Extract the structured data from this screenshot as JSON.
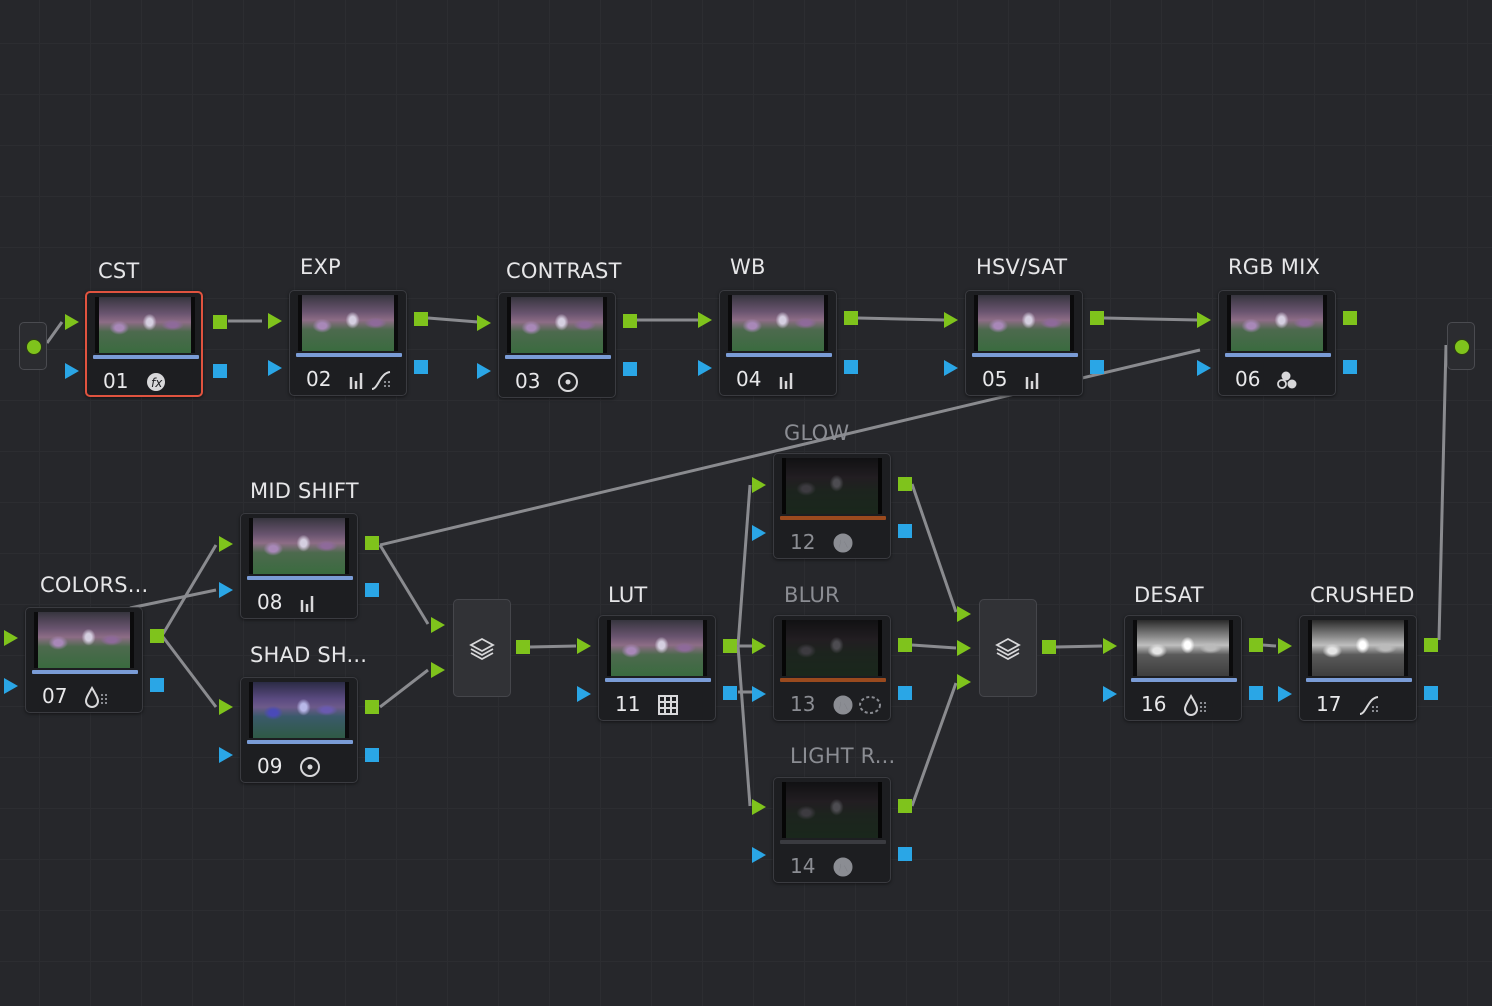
{
  "nodes": [
    {
      "id": "01",
      "label": "CST",
      "icons": [
        "fx-icon"
      ],
      "selected": true
    },
    {
      "id": "02",
      "label": "EXP",
      "icons": [
        "histogram-icon",
        "curves-icon"
      ]
    },
    {
      "id": "03",
      "label": "CONTRAST",
      "icons": [
        "target-icon"
      ]
    },
    {
      "id": "04",
      "label": "WB",
      "icons": [
        "histogram-icon"
      ]
    },
    {
      "id": "05",
      "label": "HSV/SAT",
      "icons": [
        "histogram-icon"
      ]
    },
    {
      "id": "06",
      "label": "RGB MIX",
      "icons": [
        "rgb-mixer-icon"
      ]
    },
    {
      "id": "07",
      "label": "COLORS...",
      "icons": [
        "hue-sat-icon"
      ]
    },
    {
      "id": "08",
      "label": "MID SHIFT",
      "icons": [
        "histogram-icon"
      ]
    },
    {
      "id": "09",
      "label": "SHAD SH...",
      "icons": [
        "target-icon"
      ]
    },
    {
      "id": "11",
      "label": "LUT",
      "icons": [
        "lut-grid-icon"
      ]
    },
    {
      "id": "12",
      "label": "GLOW",
      "icons": [
        "fx-icon"
      ],
      "disabled": true
    },
    {
      "id": "13",
      "label": "BLUR",
      "icons": [
        "fx-icon",
        "window-icon"
      ],
      "disabled": true
    },
    {
      "id": "14",
      "label": "LIGHT R...",
      "icons": [
        "fx-icon"
      ],
      "disabled": true
    },
    {
      "id": "16",
      "label": "DESAT",
      "icons": [
        "hue-sat-icon"
      ]
    },
    {
      "id": "17",
      "label": "CRUSHED",
      "icons": [
        "curves-icon"
      ]
    }
  ],
  "layer_mixers": [
    {
      "name": "layer-mixer-1",
      "icon": "layers-icon"
    },
    {
      "name": "layer-mixer-2",
      "icon": "layers-icon"
    }
  ],
  "colors": {
    "background": "#26272b",
    "rgb_port": "#7fc31c",
    "alpha_port": "#2aa6e6",
    "selected_outline": "#e0533f",
    "connection": "#8a8b8f"
  }
}
